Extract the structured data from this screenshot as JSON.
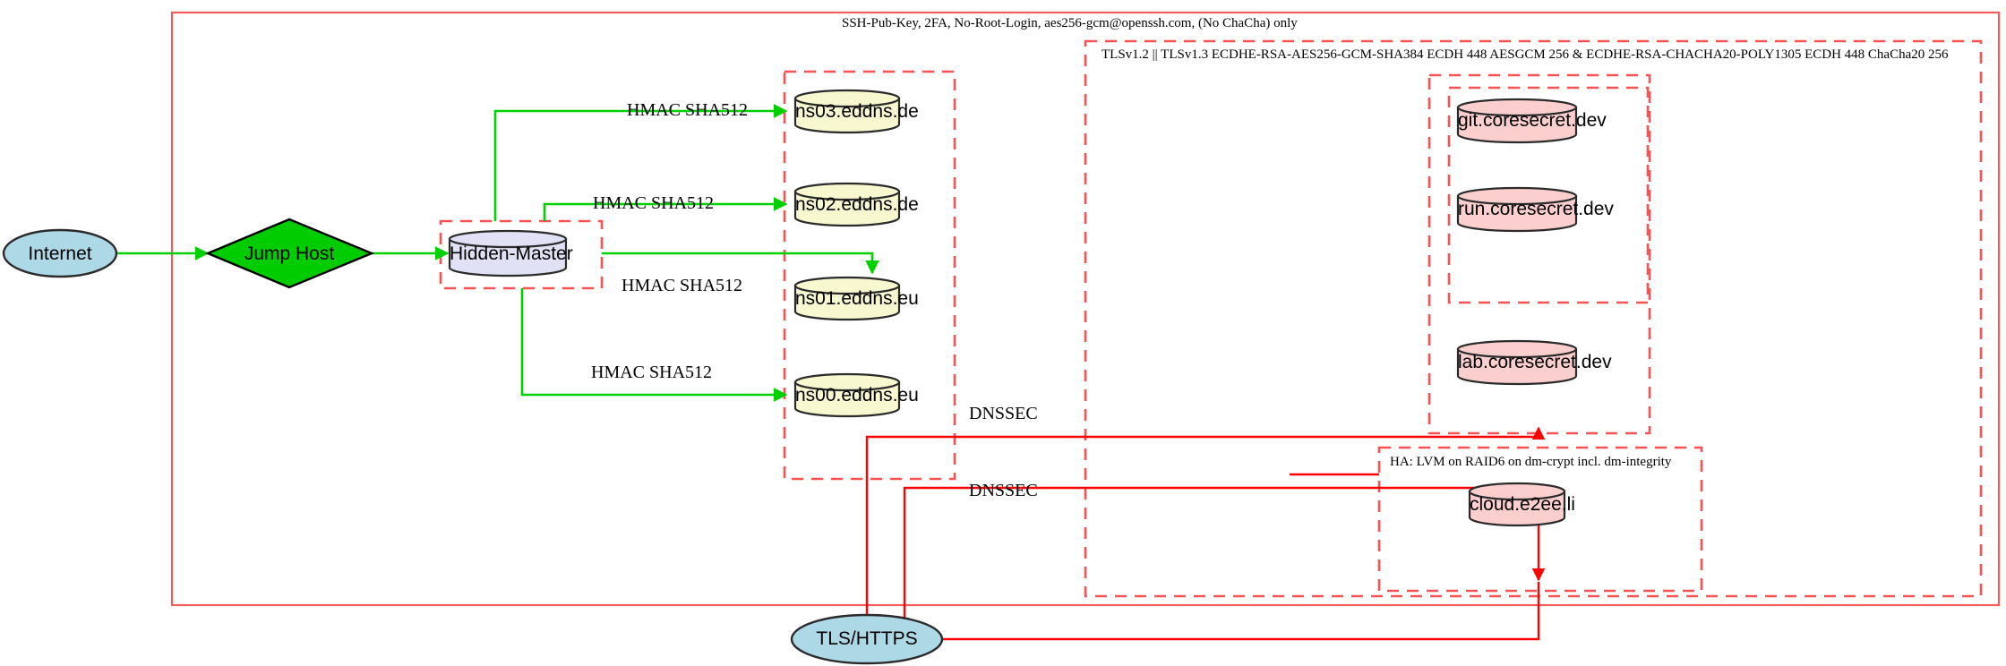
{
  "diagram": {
    "title": "Network Infrastructure Topology",
    "colors": {
      "cluster_border": "#ff0000",
      "cluster_border_dashed": "#fa5252",
      "edge_green": "#00d000",
      "edge_red": "#ff0000",
      "node_blue_fill": "#add8e6",
      "node_green_fill": "#00cc00",
      "node_lavender_fill": "#e1e1f5",
      "node_cream_fill": "#f7f7d0",
      "node_pink_fill": "#fccfcf",
      "node_stroke": "#2b2b2b"
    },
    "clusters": [
      {
        "name": "ssh-cluster",
        "label": "SSH-Pub-Key, 2FA, No-Root-Login, aes256-gcm@openssh.com, (No ChaCha) only"
      },
      {
        "name": "tls-cluster",
        "label": "TLSv1.2 || TLSv1.3 ECDHE-RSA-AES256-GCM-SHA384 ECDH 448 AESGCM 256 & ECDHE-RSA-CHACHA20-POLY1305 ECDH 448 ChaCha20 256"
      },
      {
        "name": "ha-cluster",
        "label": "HA: LVM on RAID6 on dm-crypt incl. dm-integrity"
      },
      {
        "name": "hidden-master-cluster",
        "label": ""
      },
      {
        "name": "nameserver-cluster",
        "label": ""
      },
      {
        "name": "coresecret-cluster",
        "label": ""
      },
      {
        "name": "coresecret-inner-cluster",
        "label": ""
      }
    ],
    "nodes": [
      {
        "name": "internet",
        "label": "Internet",
        "shape": "ellipse",
        "fill": "#add8e6"
      },
      {
        "name": "jump-host",
        "label": "Jump Host",
        "shape": "diamond",
        "fill": "#00cc00"
      },
      {
        "name": "hidden-master",
        "label": "Hidden-Master",
        "shape": "cylinder",
        "fill": "#e1e1f5"
      },
      {
        "name": "ns03",
        "label": "ns03.eddns.de",
        "shape": "cylinder",
        "fill": "#f7f7d0"
      },
      {
        "name": "ns02",
        "label": "ns02.eddns.de",
        "shape": "cylinder",
        "fill": "#f7f7d0"
      },
      {
        "name": "ns01",
        "label": "ns01.eddns.eu",
        "shape": "cylinder",
        "fill": "#f7f7d0"
      },
      {
        "name": "ns00",
        "label": "ns00.eddns.eu",
        "shape": "cylinder",
        "fill": "#f7f7d0"
      },
      {
        "name": "git-coresecret",
        "label": "git.coresecret.dev",
        "shape": "cylinder",
        "fill": "#fccfcf"
      },
      {
        "name": "run-coresecret",
        "label": "run.coresecret.dev",
        "shape": "cylinder",
        "fill": "#fccfcf"
      },
      {
        "name": "lab-coresecret",
        "label": "lab.coresecret.dev",
        "shape": "cylinder",
        "fill": "#fccfcf"
      },
      {
        "name": "cloud-e2ee",
        "label": "cloud.e2ee.li",
        "shape": "cylinder",
        "fill": "#fccfcf"
      },
      {
        "name": "tls-https",
        "label": "TLS/HTTPS",
        "shape": "ellipse",
        "fill": "#add8e6"
      }
    ],
    "edge_labels": [
      {
        "name": "hmac-ns03",
        "label": "HMAC SHA512"
      },
      {
        "name": "hmac-ns02",
        "label": "HMAC SHA512"
      },
      {
        "name": "hmac-ns01",
        "label": "HMAC SHA512"
      },
      {
        "name": "hmac-ns00",
        "label": "HMAC SHA512"
      },
      {
        "name": "dnssec-top",
        "label": "DNSSEC"
      },
      {
        "name": "dnssec-bottom",
        "label": "DNSSEC"
      }
    ]
  }
}
